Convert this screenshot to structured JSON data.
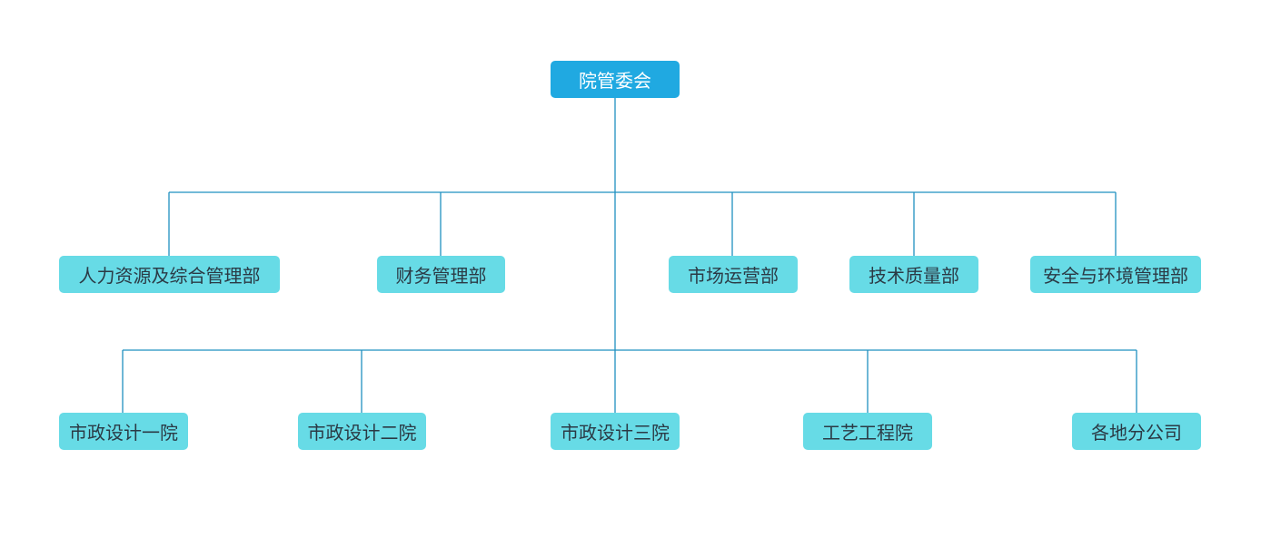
{
  "org_chart": {
    "root": {
      "label": "院管委会"
    },
    "departments": [
      {
        "label": "人力资源及综合管理部"
      },
      {
        "label": "财务管理部"
      },
      {
        "label": "市场运营部"
      },
      {
        "label": "技术质量部"
      },
      {
        "label": "安全与环境管理部"
      }
    ],
    "institutes": [
      {
        "label": "市政设计一院"
      },
      {
        "label": "市政设计二院"
      },
      {
        "label": "市政设计三院"
      },
      {
        "label": "工艺工程院"
      },
      {
        "label": "各地分公司"
      }
    ],
    "colors": {
      "root_fill": "#20a9e1",
      "child_fill": "#67dbe6",
      "connector": "#1f90c0"
    }
  }
}
